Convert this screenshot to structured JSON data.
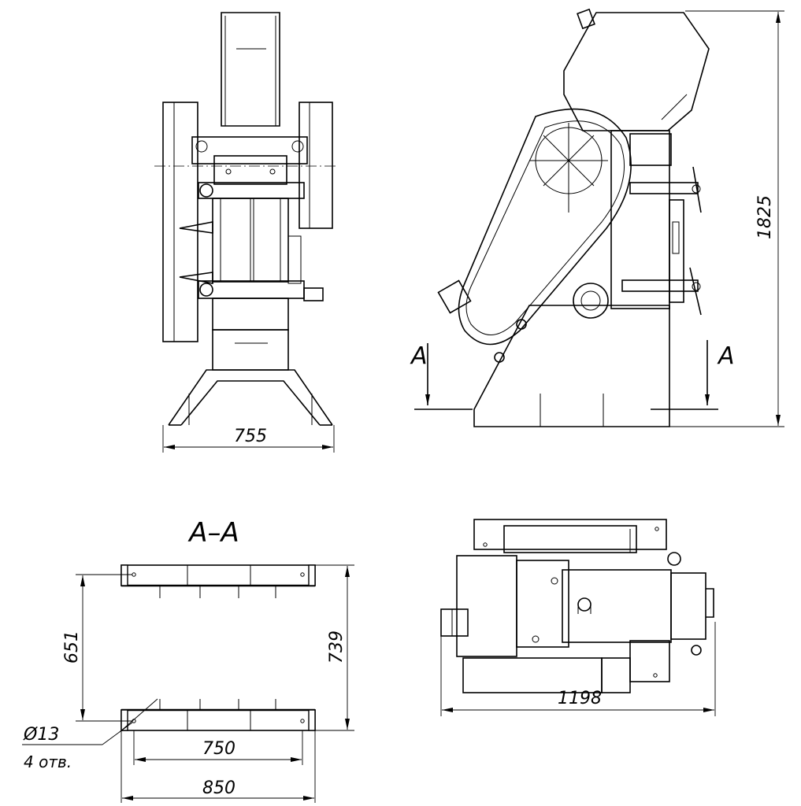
{
  "views": {
    "front": {
      "width_dim": "755"
    },
    "side": {
      "height_dim": "1825",
      "section_mark": "A"
    },
    "section": {
      "title": "A–A",
      "inner_depth_dim": "651",
      "outer_depth_dim": "739",
      "inner_width_dim": "750",
      "outer_width_dim": "850",
      "hole_dia": "Ø13",
      "hole_count": "4 отв."
    },
    "top": {
      "length_dim": "1198"
    }
  }
}
